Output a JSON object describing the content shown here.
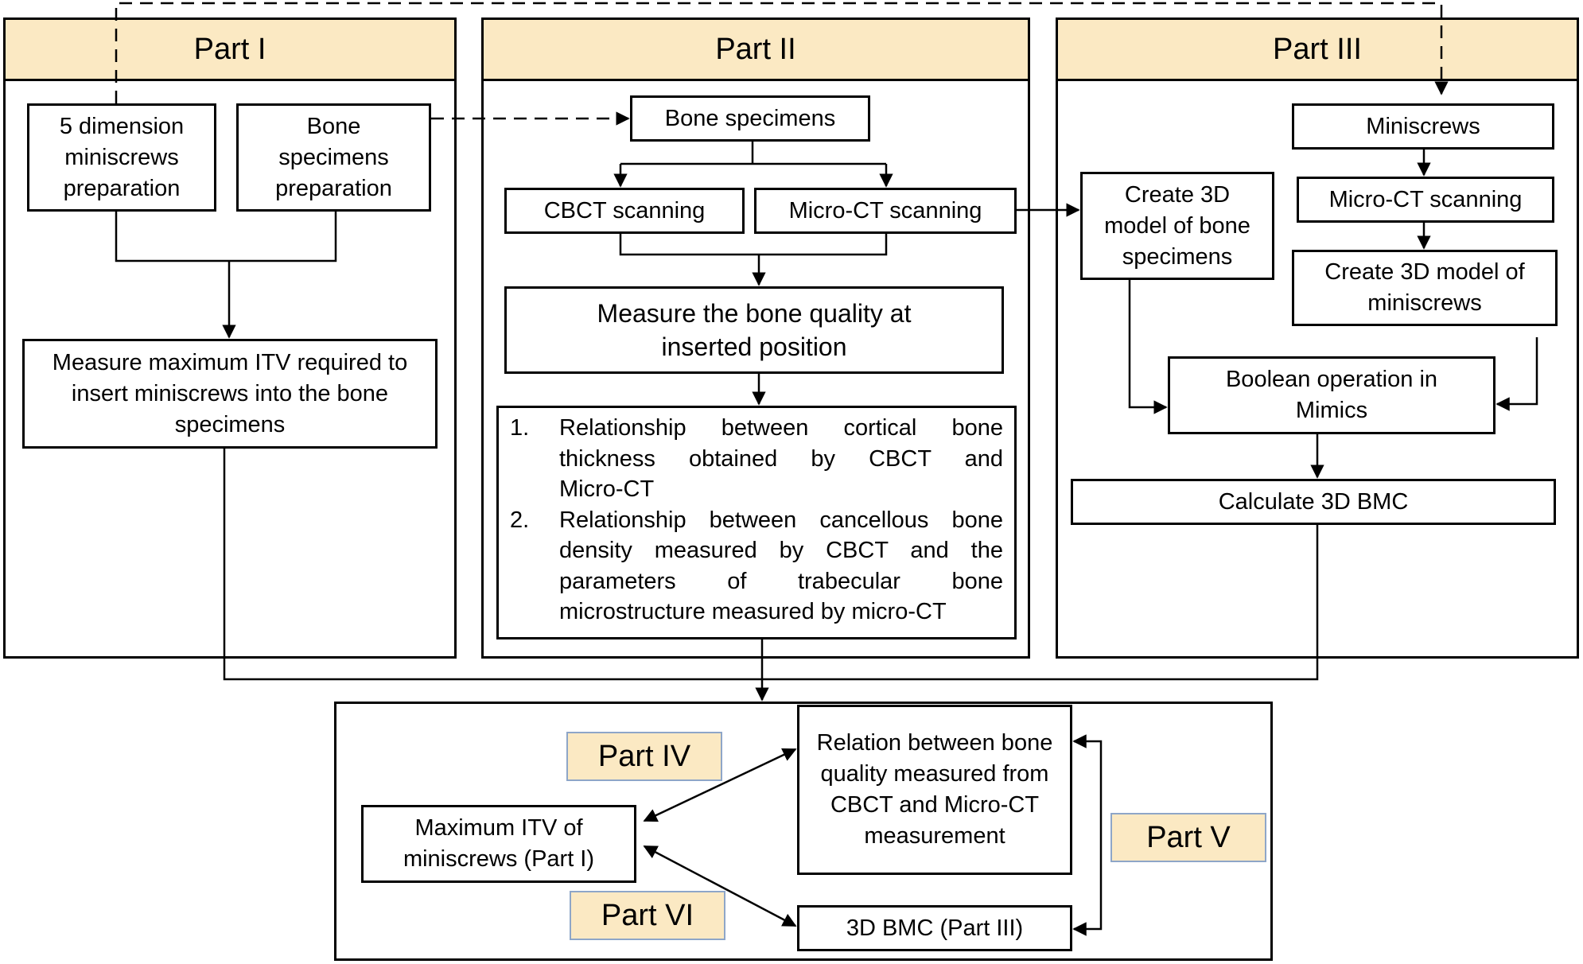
{
  "parts": {
    "part1": "Part I",
    "part2": "Part II",
    "part3": "Part III",
    "part4": "Part IV",
    "part5": "Part V",
    "part6": "Part VI"
  },
  "part1": {
    "miniscrews_prep": "5 dimension miniscrews preparation",
    "bone_prep": "Bone specimens preparation",
    "measure_itv": "Measure maximum ITV required to insert miniscrews into the bone specimens"
  },
  "part2": {
    "bone_specimens": "Bone specimens",
    "cbct_scanning": "CBCT scanning",
    "microct_scanning": "Micro-CT scanning",
    "measure_quality": "Measure the bone quality at inserted position",
    "items": [
      {
        "num": "1.",
        "lines": [
          "Relationship between cortical bone",
          "thickness obtained by CBCT and",
          "Micro-CT"
        ]
      },
      {
        "num": "2.",
        "lines": [
          "Relationship between cancellous bone",
          "density measured by CBCT and the",
          "parameters of trabecular bone",
          "microstructure measured by micro-CT"
        ]
      }
    ]
  },
  "part3": {
    "miniscrews": "Miniscrews",
    "microct_scanning": "Micro-CT scanning",
    "model_miniscrews": "Create 3D model of miniscrews",
    "model_bone": "Create 3D model of bone specimens",
    "boolean": "Boolean operation in Mimics",
    "calc_bmc": "Calculate 3D BMC"
  },
  "summary": {
    "max_itv": "Maximum ITV of miniscrews (Part I)",
    "relation": "Relation between bone quality measured from CBCT and Micro-CT measurement",
    "bmc": "3D BMC (Part III)"
  }
}
